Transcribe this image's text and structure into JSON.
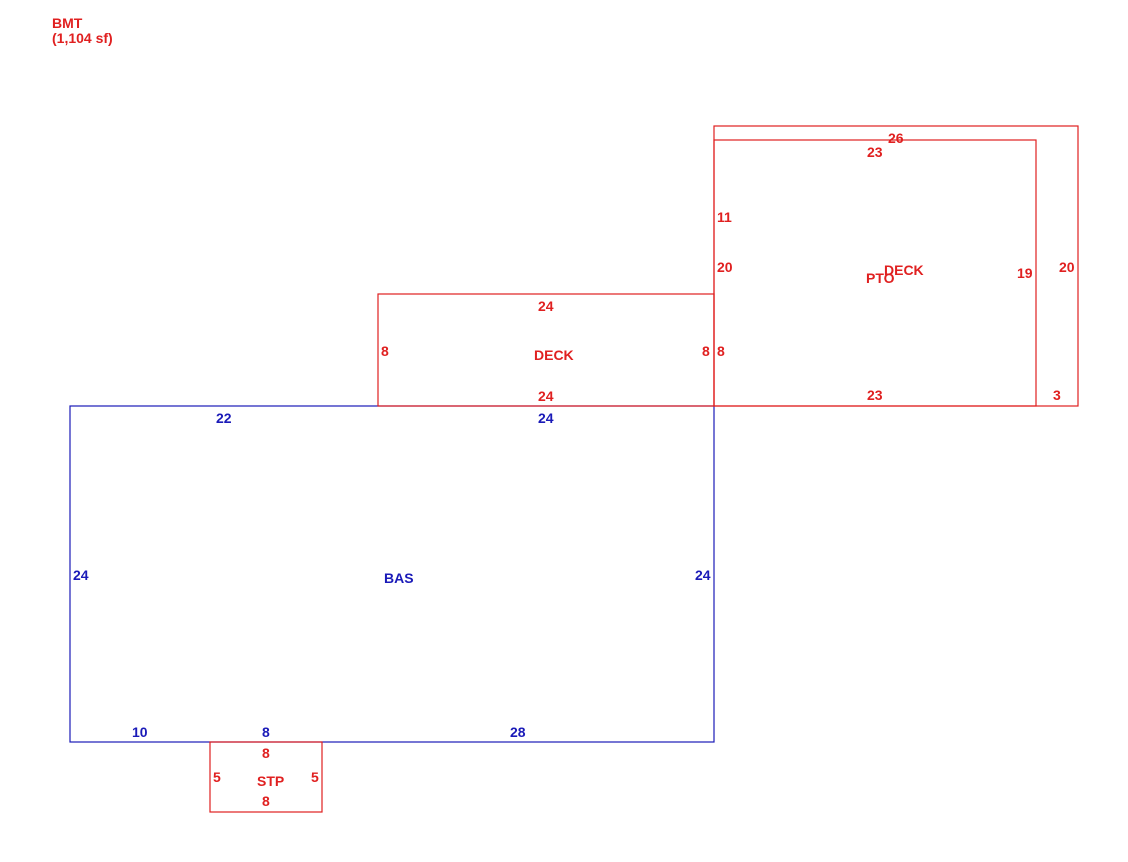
{
  "header": {
    "name": "BMT",
    "area": "(1,104 sf)"
  },
  "colors": {
    "red": "#e02020",
    "blue": "#1a1ab8"
  },
  "areas": {
    "bas": {
      "label": "BAS",
      "top": "22",
      "top2": "24",
      "left": "24",
      "right": "24",
      "bottom1": "10",
      "bottom2": "8",
      "bottom3": "28"
    },
    "deck1": {
      "label": "DECK",
      "top": "24",
      "bottom": "24",
      "left": "8",
      "right": "8"
    },
    "deck2": {
      "label": "DECK",
      "top": "23",
      "left_a": "11",
      "left_b": "20",
      "left_c": "8",
      "right": "19",
      "bottom": "23"
    },
    "pto": {
      "label": "PTO",
      "top": "26",
      "right": "20",
      "bottom": "3"
    },
    "stp": {
      "label": "STP",
      "top": "8",
      "bottom": "8",
      "left": "5",
      "right": "5"
    }
  }
}
